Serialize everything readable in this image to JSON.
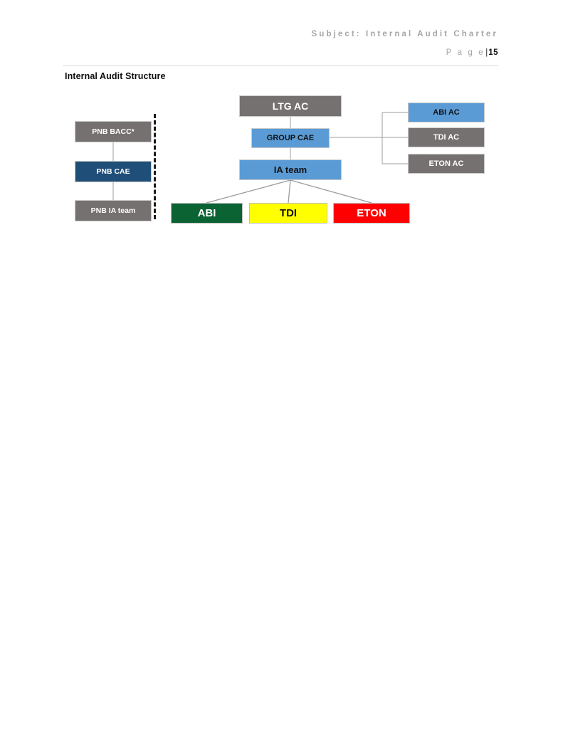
{
  "header": {
    "subject": "Subject: Internal Audit Charter",
    "page_word": "P a g e",
    "page_separator": "|",
    "page_number": "15"
  },
  "section": {
    "title": "Internal Audit Structure"
  },
  "diagram": {
    "type": "org-chart",
    "colors": {
      "gray": "#767171",
      "blue": "#5B9BD5",
      "navy": "#1F4E79",
      "green": "#0B6232",
      "yellow": "#FFFF00",
      "red": "#FF0000",
      "connector": "#808080",
      "divider": "#1A1A1A"
    },
    "left_cluster": {
      "nodes": [
        {
          "id": "pnb-bacc",
          "label": "PNB BACC*",
          "color": "gray"
        },
        {
          "id": "pnb-cae",
          "label": "PNB CAE",
          "color": "navy"
        },
        {
          "id": "pnb-ia-team",
          "label": "PNB IA team",
          "color": "gray"
        }
      ]
    },
    "center_cluster": {
      "nodes": [
        {
          "id": "ltg-ac",
          "label": "LTG AC",
          "color": "gray"
        },
        {
          "id": "group-cae",
          "label": "GROUP CAE",
          "color": "blue"
        },
        {
          "id": "ia-team",
          "label": "IA team",
          "color": "blue"
        }
      ]
    },
    "right_cluster": {
      "nodes": [
        {
          "id": "abi-ac",
          "label": "ABI AC",
          "color": "blue"
        },
        {
          "id": "tdi-ac",
          "label": "TDI AC",
          "color": "gray"
        },
        {
          "id": "eton-ac",
          "label": "ETON AC",
          "color": "gray"
        }
      ]
    },
    "bottom_row": {
      "nodes": [
        {
          "id": "abi",
          "label": "ABI",
          "color": "green"
        },
        {
          "id": "tdi",
          "label": "TDI",
          "color": "yellow"
        },
        {
          "id": "eton",
          "label": "ETON",
          "color": "red"
        }
      ]
    }
  }
}
